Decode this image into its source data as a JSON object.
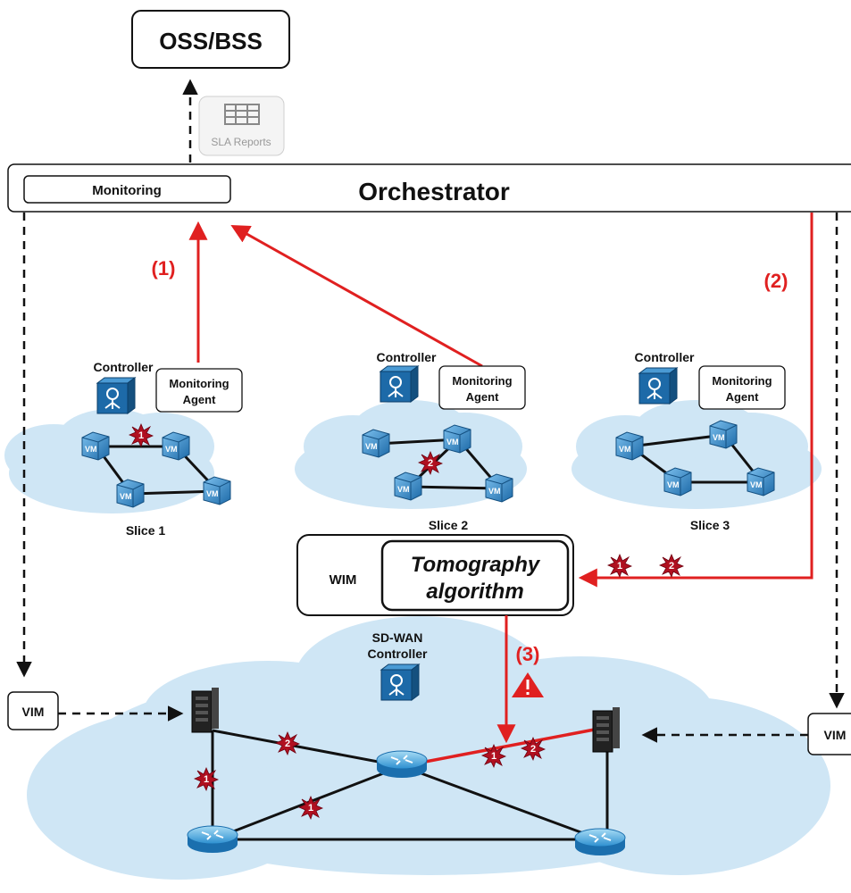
{
  "oss_label": "OSS/BSS",
  "sla_reports_label": "SLA Reports",
  "orchestrator": {
    "title": "Orchestrator",
    "monitoring_label": "Monitoring"
  },
  "steps": {
    "step1": "(1)",
    "step2": "(2)",
    "step3": "(3)"
  },
  "controller_label": "Controller",
  "agent_label_line1": "Monitoring",
  "agent_label_line2": "Agent",
  "vm_label": "VM",
  "slices": [
    "Slice 1",
    "Slice 2",
    "Slice 3"
  ],
  "wim": {
    "label": "WIM",
    "tomography_line1": "Tomography",
    "tomography_line2": "algorithm"
  },
  "sdwan": {
    "line1": "SD-WAN",
    "line2": "Controller"
  },
  "vim_label": "VIM",
  "fault_marks": {
    "one": "1",
    "two": "2"
  },
  "colors": {
    "accent_red": "#e02020",
    "cloud": "#cfe6f5",
    "vm_blue": "#2b7fc0",
    "fault": "#b01020"
  }
}
